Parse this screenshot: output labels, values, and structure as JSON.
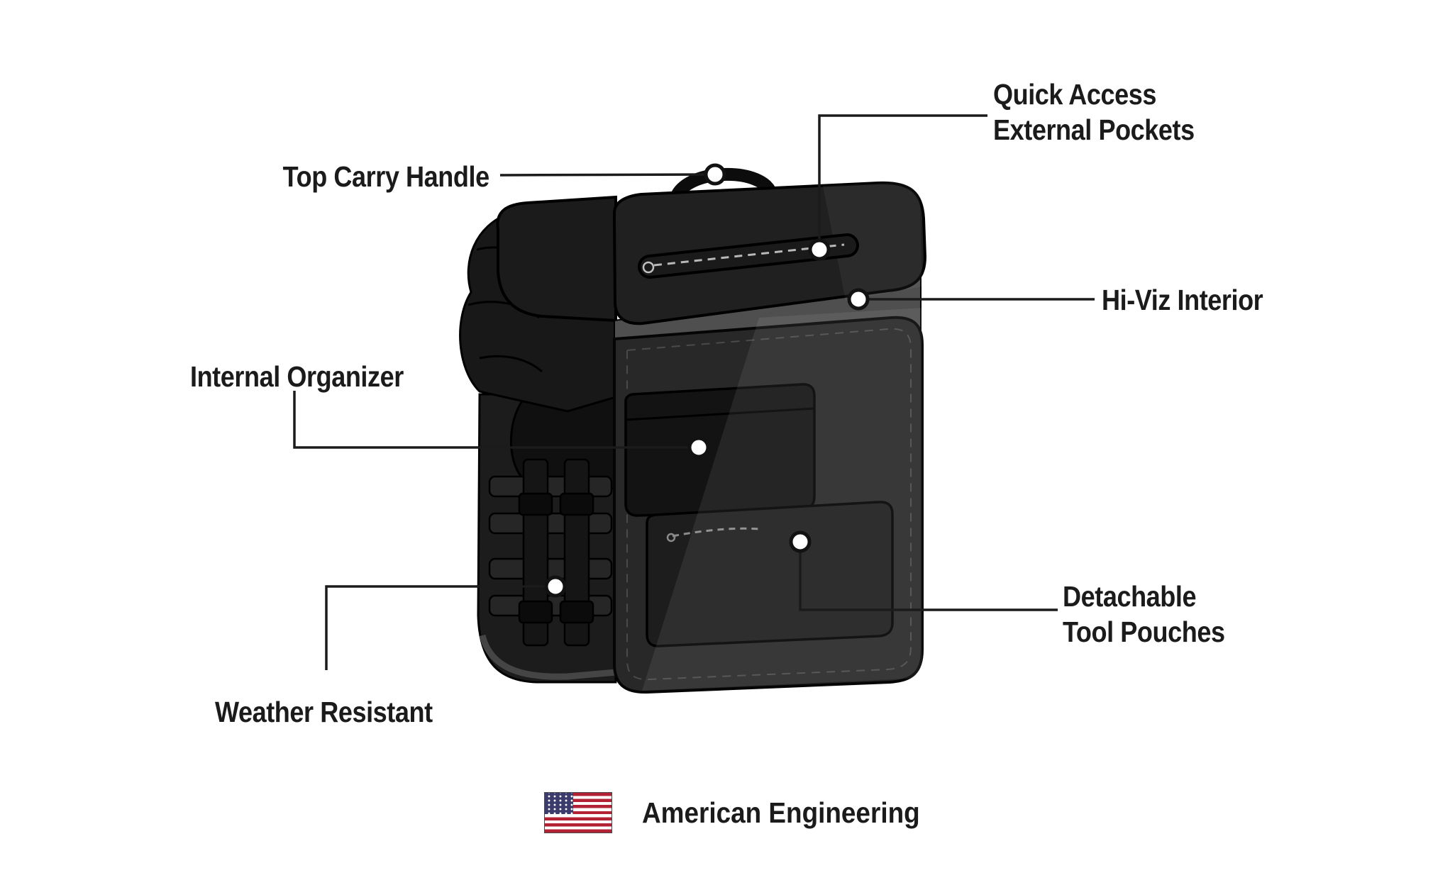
{
  "callouts": {
    "quick_access": {
      "line1": "Quick Access",
      "line2": "External Pockets"
    },
    "top_carry_handle": {
      "label": "Top Carry Handle"
    },
    "hi_viz_interior": {
      "label": "Hi-Viz Interior"
    },
    "internal_organizer": {
      "label": "Internal Organizer"
    },
    "detachable_tool_pouches": {
      "line1": "Detachable",
      "line2": "Tool Pouches"
    },
    "weather_resistant": {
      "label": "Weather Resistant"
    }
  },
  "footer": {
    "label": "American Engineering"
  },
  "icons": {
    "flag": "us-flag-icon"
  },
  "colors": {
    "background": "#ffffff",
    "text": "#1b1b1b",
    "callout_line": "#1b1b1b",
    "marker_fill": "#ffffff",
    "marker_ring": "#121212",
    "bag_body": "#1c1c1c",
    "bag_front_panel": "#282828",
    "hi_viz_strip": "#4f4f4f",
    "flag_red": "#B22234",
    "flag_blue": "#3C3B6E"
  }
}
